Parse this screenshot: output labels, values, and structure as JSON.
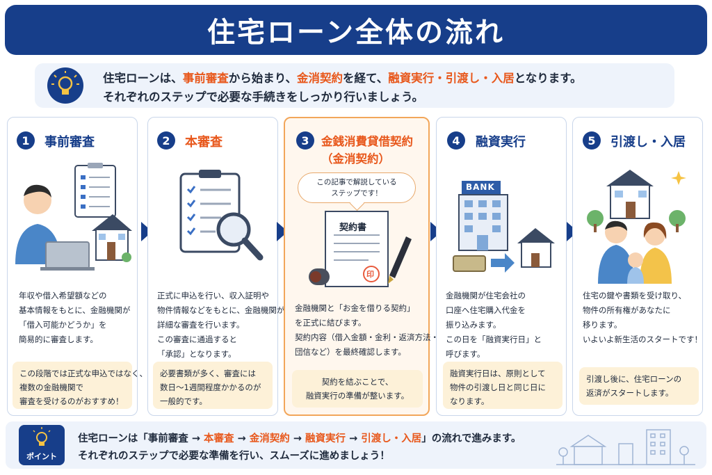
{
  "title": "住宅ローン全体の流れ",
  "intro": {
    "line1": [
      {
        "t": "住宅ローンは、",
        "hl": false
      },
      {
        "t": "事前審査",
        "hl": true
      },
      {
        "t": "から始まり、",
        "hl": false
      },
      {
        "t": "金消契約",
        "hl": true
      },
      {
        "t": "を経て、",
        "hl": false
      },
      {
        "t": "融資実行・引渡し・入居",
        "hl": true
      },
      {
        "t": "となります。",
        "hl": false
      }
    ],
    "line2": "それぞれのステップで必要な手続きをしっかり行いましょう。"
  },
  "steps": [
    {
      "num": "1",
      "title": "事前審査",
      "desc": [
        "年収や借入希望額などの",
        "基本情報をもとに、金融機関が",
        "「借入可能かどうか」を",
        "簡易的に審査します。"
      ],
      "note": [
        "この段階では正式な申込ではなく、",
        "複数の金融機関で",
        "審査を受けるのがおすすめ！"
      ]
    },
    {
      "num": "2",
      "title": "本審査",
      "desc": [
        "正式に申込を行い、収入証明や",
        "物件情報などをもとに、金融機関が",
        "詳細な審査を行います。",
        "この審査に通過すると",
        "「承認」となります。"
      ],
      "note": [
        "必要書類が多く、審査には",
        "数日〜1週間程度かかるのが",
        "一般的です。"
      ]
    },
    {
      "num": "3",
      "title": "金銭消費貸借契約",
      "title_sub": "（金消契約）",
      "bubble": [
        "この記事で解説している",
        "ステップです！"
      ],
      "doc_label": "契約書",
      "seal": "印",
      "desc": [
        "金融機関と「お金を借りる契約」",
        "を正式に結びます。",
        "契約内容（借入金額・金利・返済方法・",
        "団信など）を最終確認します。"
      ],
      "note": [
        "契約を結ぶことで、",
        "融資実行の準備が整います。"
      ]
    },
    {
      "num": "4",
      "title": "融資実行",
      "bank_label": "BANK",
      "desc": [
        "金融機関が住宅会社の",
        "口座へ住宅購入代金を",
        "振り込みます。",
        "この日を「融資実行日」と",
        "呼びます。"
      ],
      "note": [
        "融資実行日は、原則として",
        "物件の引渡し日と同じ日に",
        "なります。"
      ]
    },
    {
      "num": "5",
      "title": "引渡し・入居",
      "desc": [
        "住宅の鍵や書類を受け取り、",
        "物件の所有権があなたに",
        "移ります。",
        "いよいよ新生活のスタートです！"
      ],
      "note": [
        "引渡し後に、住宅ローンの",
        "返済がスタートします。"
      ]
    }
  ],
  "footer": {
    "badge": "ポイント",
    "line1": [
      {
        "t": "住宅ローンは「事前審査 → ",
        "hl": false
      },
      {
        "t": "本審査",
        "hl": true
      },
      {
        "t": " → ",
        "hl": false
      },
      {
        "t": "金消契約",
        "hl": true
      },
      {
        "t": " → ",
        "hl": false
      },
      {
        "t": "融資実行",
        "hl": true
      },
      {
        "t": " → ",
        "hl": false
      },
      {
        "t": "引渡し・入居",
        "hl": true
      },
      {
        "t": "」の流れで進みます。",
        "hl": false
      }
    ],
    "line2": "それぞれのステップで必要な準備を行い、スムーズに進めましょう！"
  },
  "colors": {
    "primary": "#173e8a",
    "accent": "#e8581c",
    "note_bg": "#fdf1d8",
    "active_bg": "#fff7ee"
  }
}
